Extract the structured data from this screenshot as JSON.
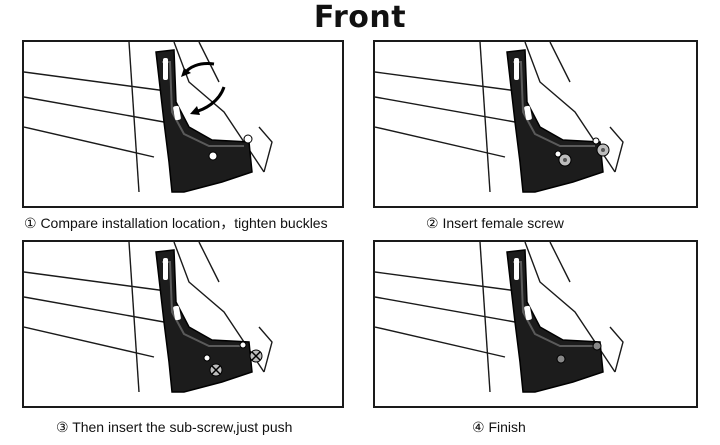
{
  "title": "Front",
  "steps": [
    {
      "caption": "① Compare installation location，tighten buckles"
    },
    {
      "caption": "② Insert female screw"
    },
    {
      "caption": "③ Then insert the sub-screw,just push"
    },
    {
      "caption": "④ Finish"
    }
  ],
  "colors": {
    "outline": "#1a1a1a",
    "flap": "#1c1c1c",
    "flap_highlight": "#5a5a5a",
    "screw": "#bdbdbd"
  },
  "icons": [
    "curved-arrow-icon",
    "screw-icon",
    "push-pin-icon",
    "mud-flap-icon"
  ]
}
